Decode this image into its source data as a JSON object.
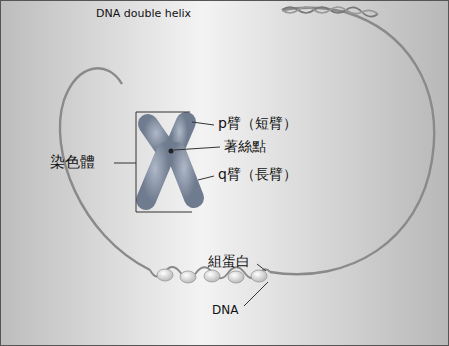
{
  "diagram": {
    "labels": [
      "DNA double helix",
      "染色體",
      "p臂（短臂）",
      "著絲點",
      "q臂（長臂）",
      "組蛋白",
      "DNA"
    ]
  }
}
